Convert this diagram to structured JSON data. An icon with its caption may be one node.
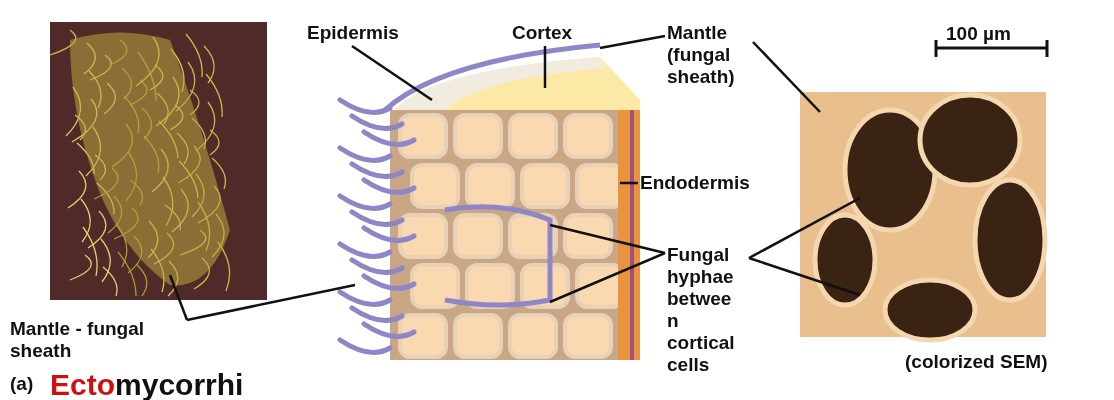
{
  "diagram": {
    "nodes": [
      {
        "text": [
          "Epidermis"
        ]
      },
      {
        "text": [
          "Cortex"
        ]
      },
      {
        "text": [
          "Mantle (fungal sheath)"
        ]
      },
      {
        "text": [
          "Endodermis"
        ]
      },
      {
        "text": [
          "Fungal hyphae betwee n cortical cells"
        ]
      },
      {
        "text": [
          "Mantle - fungal sheath"
        ]
      }
    ],
    "edges": [
      {
        "from": 0,
        "to": null,
        "arrow": "none"
      },
      {
        "from": 1,
        "to": null,
        "arrow": "none"
      },
      {
        "from": 2,
        "to": null,
        "arrow": "none"
      },
      {
        "from": 2,
        "to": null,
        "arrow": "none"
      },
      {
        "from": 3,
        "to": null,
        "arrow": "none"
      },
      {
        "from": 4,
        "to": null,
        "arrow": "none"
      },
      {
        "from": 4,
        "to": null,
        "arrow": "none"
      },
      {
        "from": 4,
        "to": null,
        "arrow": "none"
      },
      {
        "from": 4,
        "to": null,
        "arrow": "none"
      },
      {
        "from": 5,
        "to": null,
        "arrow": "none"
      },
      {
        "from": 5,
        "to": null,
        "arrow": "none"
      }
    ],
    "labels": [
      "100 µm",
      "(colorized SEM)",
      "(a)",
      "Ectomycorrhi"
    ]
  }
}
